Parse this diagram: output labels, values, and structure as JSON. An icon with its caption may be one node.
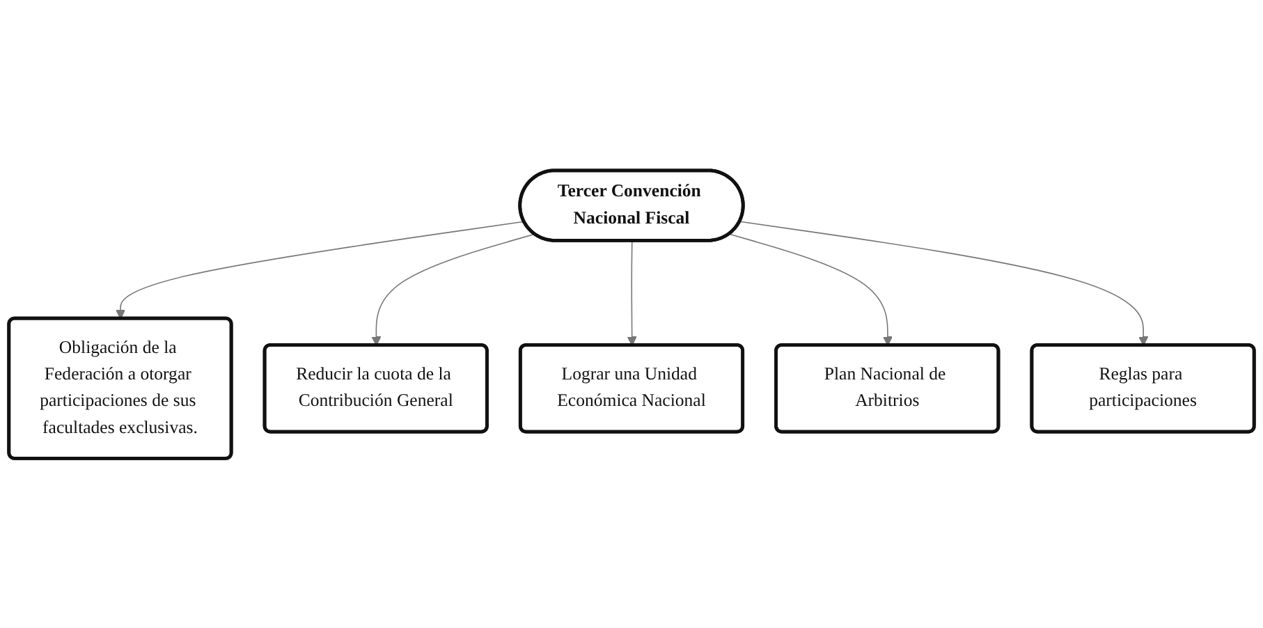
{
  "diagram": {
    "nodes": [
      {
        "text": [
          "Tercer Convención Nacional Fiscal"
        ]
      },
      {
        "text": [
          "Obligación de la Federación a otorgar participaciones de sus facultades exclusivas."
        ]
      },
      {
        "text": [
          "Reducir la cuota de la Contribución General"
        ]
      },
      {
        "text": [
          "Lograr una Unidad Económica Nacional"
        ]
      },
      {
        "text": [
          "Plan Nacional de Arbitrios"
        ]
      },
      {
        "text": [
          "Reglas para participaciones"
        ]
      }
    ],
    "edges": [
      {
        "from": 0,
        "to": 1,
        "arrow": "to"
      },
      {
        "from": 0,
        "to": 2,
        "arrow": "to"
      },
      {
        "from": 0,
        "to": 3,
        "arrow": "to"
      },
      {
        "from": 0,
        "to": 4,
        "arrow": "to"
      },
      {
        "from": 0,
        "to": 5,
        "arrow": "to"
      }
    ]
  }
}
